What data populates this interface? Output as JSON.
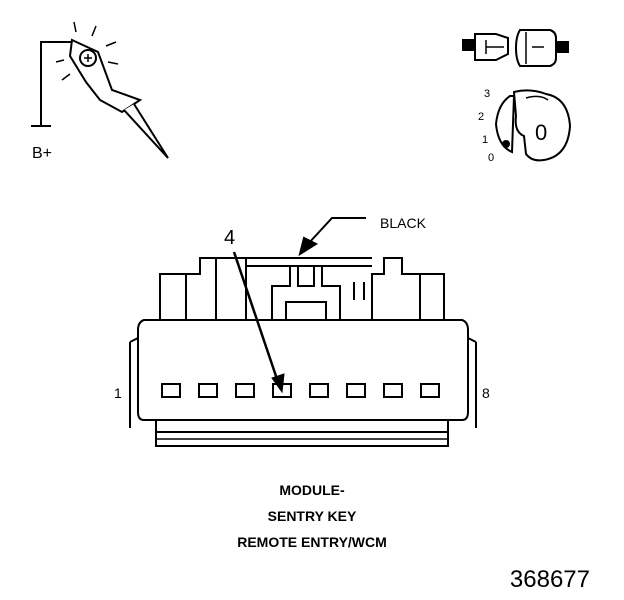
{
  "probe_label": "B+",
  "ignition_positions": [
    "3",
    "2",
    "1",
    "0"
  ],
  "ignition_key_label": "0",
  "wire_color_label": "BLACK",
  "pin_callout": "4",
  "pin_left_label": "1",
  "pin_right_label": "8",
  "module_title": [
    "MODULE-",
    "SENTRY KEY",
    "REMOTE ENTRY/WCM"
  ],
  "figure_number": "368677",
  "pin_count": 8,
  "highlighted_pin": 4
}
